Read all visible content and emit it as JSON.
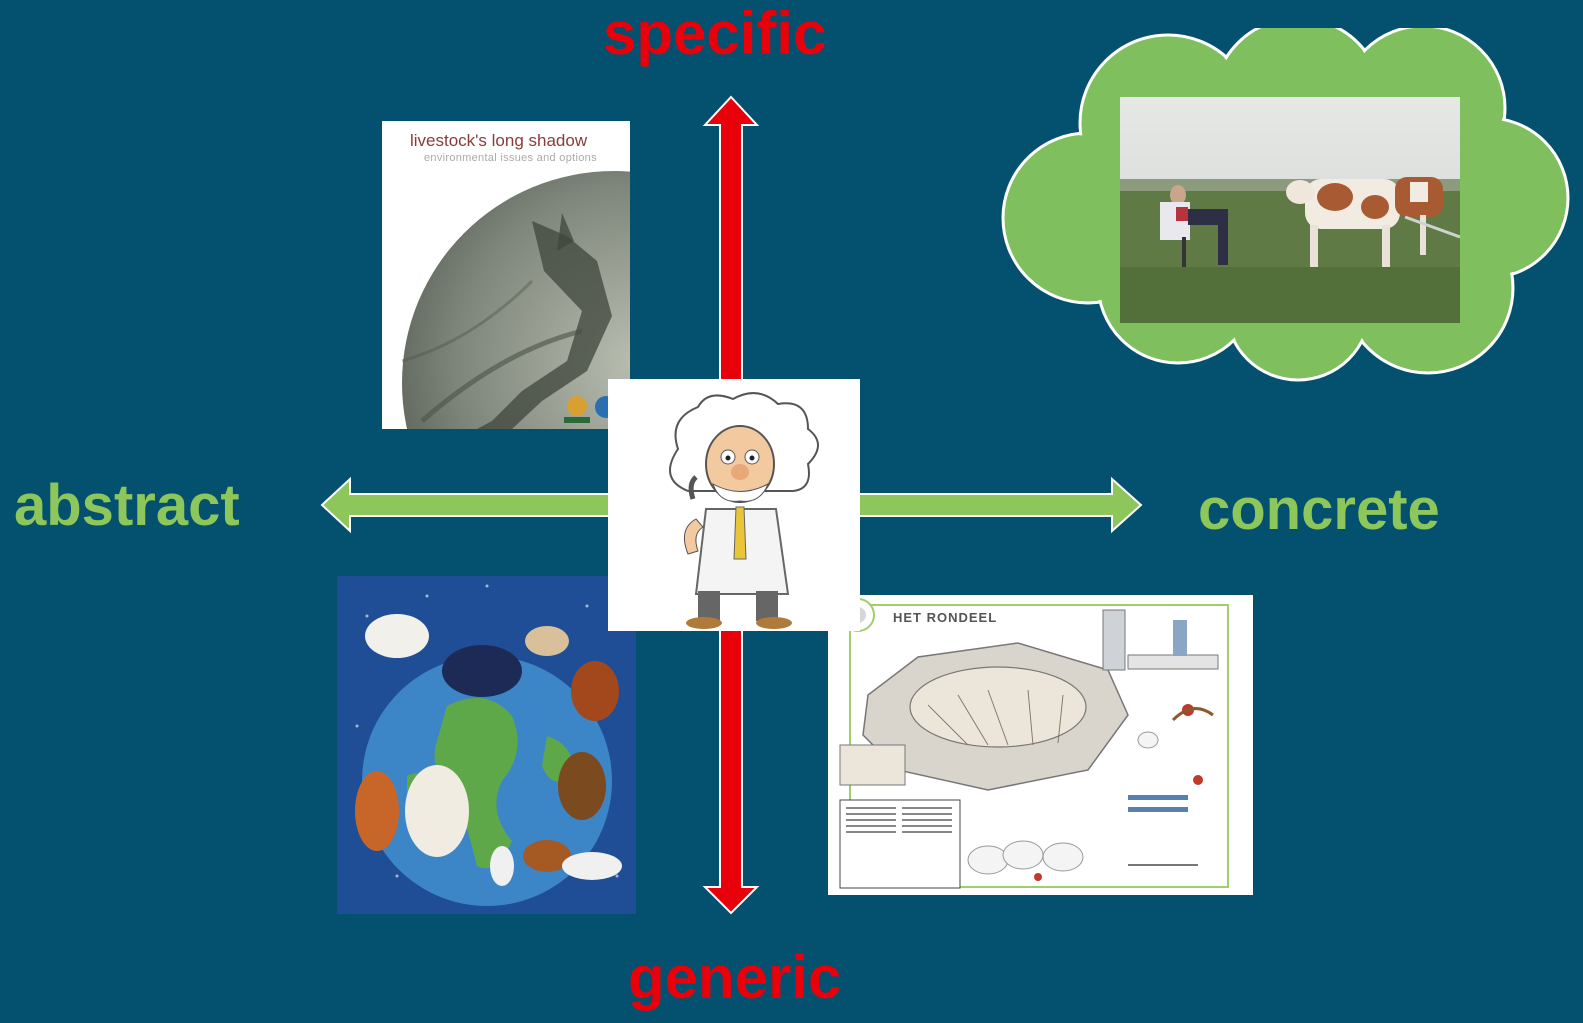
{
  "axes": {
    "top_label": "specific",
    "bottom_label": "generic",
    "left_label": "abstract",
    "right_label": "concrete",
    "vertical_color": "#E8000B",
    "horizontal_color": "#8DC65A"
  },
  "images": {
    "top_left": {
      "title": "livestock's long shadow",
      "subtitle": "environmental issues and options",
      "content": "book-cover"
    },
    "top_right": {
      "content": "photo of a person seated in a pasture with cows"
    },
    "bottom_left": {
      "content": "painting of cows around a globe"
    },
    "bottom_right": {
      "title": "HET RONDEEL",
      "content": "illustrated poster of a circular barn"
    },
    "center": {
      "content": "cartoon-scientist"
    }
  },
  "colors": {
    "background": "#03506F",
    "cloud": "#7FBF5E"
  }
}
